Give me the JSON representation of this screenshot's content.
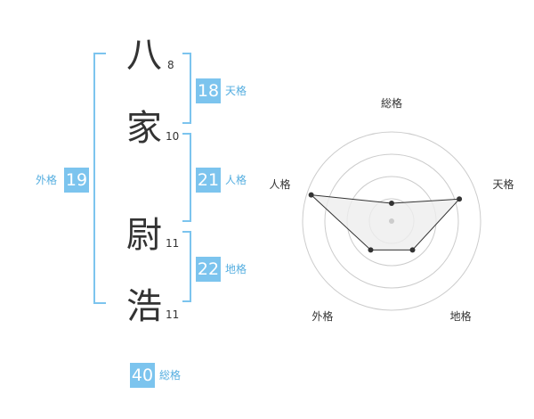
{
  "name_chars": [
    {
      "char": "八",
      "strokes": "8"
    },
    {
      "char": "家",
      "strokes": "10"
    },
    {
      "char": "尉",
      "strokes": "11"
    },
    {
      "char": "浩",
      "strokes": "11"
    }
  ],
  "fortune": {
    "tenkaku": {
      "value": "18",
      "label": "天格"
    },
    "jinkaku": {
      "value": "21",
      "label": "人格"
    },
    "chikaku": {
      "value": "22",
      "label": "地格"
    },
    "gaikaku": {
      "value": "19",
      "label": "外格"
    },
    "soukaku": {
      "value": "40",
      "label": "総格"
    }
  },
  "chart_data": {
    "type": "radar",
    "axes": [
      "総格",
      "天格",
      "地格",
      "外格",
      "人格"
    ],
    "values": [
      0.2,
      0.8,
      0.4,
      0.4,
      0.95
    ],
    "rings": 4,
    "colors": {
      "fill": "#eeeeee",
      "line": "#333333",
      "ring": "#cccccc",
      "point": "#333333",
      "center": "#cccccc"
    }
  },
  "colors": {
    "accent": "#7cc4ee",
    "accent_text": "#55aee0"
  }
}
